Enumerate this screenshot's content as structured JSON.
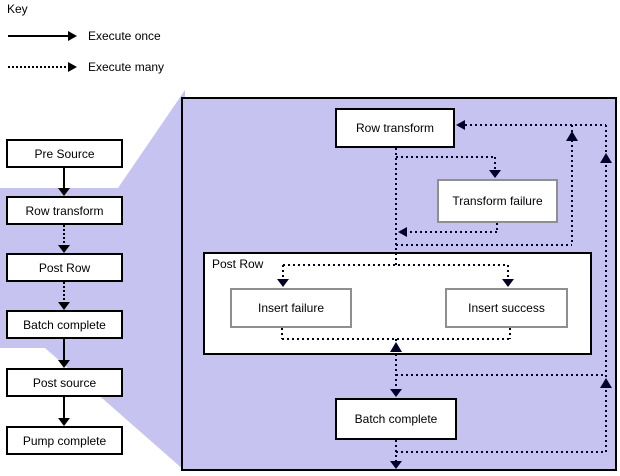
{
  "key": {
    "title": "Key",
    "solid_label": "Execute once",
    "dotted_label": "Execute many"
  },
  "left_flow": {
    "boxes": [
      "Pre Source",
      "Row transform",
      "Post Row",
      "Batch complete",
      "Post source",
      "Pump complete"
    ],
    "connector_styles": [
      "solid",
      "dotted",
      "dotted",
      "solid",
      "solid"
    ]
  },
  "detail_panel": {
    "row_transform": "Row transform",
    "transform_failure": "Transform failure",
    "post_row": "Post Row",
    "insert_failure": "Insert failure",
    "insert_success": "Insert success",
    "batch_complete": "Batch complete"
  },
  "colors": {
    "panel_fill": "#c6c3f0",
    "main_border": "#000000",
    "sub_border": "#8f8f8f",
    "line": "#000028"
  }
}
